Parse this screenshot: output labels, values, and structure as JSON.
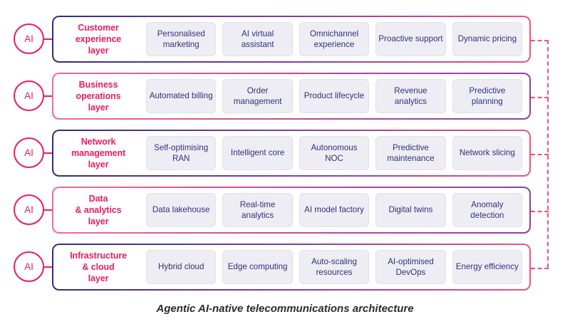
{
  "caption": "Agentic AI-native telecommunications architecture",
  "agent": {
    "label": "AI",
    "icon": "ai-agent-circle-icon"
  },
  "colors": {
    "accent_pink": "#ec1b60",
    "gradient_pink": "#f2527f",
    "navy": "#2f2d7e",
    "purple": "#7b3fa0",
    "card_fill": "#eeedf4",
    "card_text": "#31307a",
    "caption_text": "#2b2b2b"
  },
  "layers": [
    {
      "label": "Customer\nexperience\nlayer",
      "label_lines": [
        "Customer",
        "experience",
        "layer"
      ],
      "gradient": "navy-to-pink",
      "capabilities": [
        "Personalised marketing",
        "AI virtual assistant",
        "Omnichannel experience",
        "Proactive support",
        "Dynamic pricing"
      ]
    },
    {
      "label": "Business\noperations\nlayer",
      "label_lines": [
        "Business",
        "operations",
        "layer"
      ],
      "gradient": "pink-to-navy",
      "capabilities": [
        "Automated billing",
        "Order management",
        "Product lifecycle",
        "Revenue analytics",
        "Predictive planning"
      ]
    },
    {
      "label": "Network\nmanagement\nlayer",
      "label_lines": [
        "Network",
        "management",
        "layer"
      ],
      "gradient": "navy-to-pink",
      "capabilities": [
        "Self-optimising RAN",
        "Intelligent core",
        "Autonomous NOC",
        "Predictive maintenance",
        "Network slicing"
      ]
    },
    {
      "label": "Data\n& analytics\nlayer",
      "label_lines": [
        "Data",
        "& analytics",
        "layer"
      ],
      "gradient": "pink-to-navy",
      "capabilities": [
        "Data lakehouse",
        "Real-time analytics",
        "AI model factory",
        "Digital twins",
        "Anomaly detection"
      ]
    },
    {
      "label": "Infrastructure\n& cloud\nlayer",
      "label_lines": [
        "Infrastructure",
        "& cloud",
        "layer"
      ],
      "gradient": "navy-to-pink",
      "capabilities": [
        "Hybrid cloud",
        "Edge computing",
        "Auto-scaling resources",
        "AI-optimised DevOps",
        "Energy efficiency"
      ]
    }
  ]
}
